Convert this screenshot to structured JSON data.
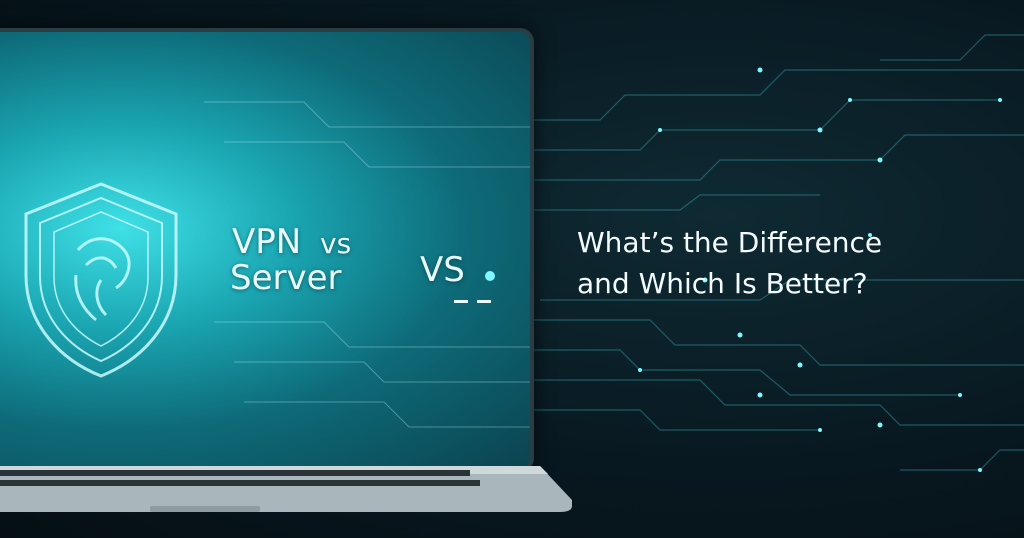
{
  "screen": {
    "line1": "VPN",
    "line1_suffix": "vs",
    "line2": "Server",
    "vs_mark": "VS"
  },
  "headline": {
    "line1": "What’s the Difference",
    "line2": "and Which Is Better?"
  },
  "colors": {
    "accent": "#3fe0e6",
    "background": "#081820",
    "text": "#f4fbfc"
  },
  "icons": [
    "shield-icon"
  ]
}
